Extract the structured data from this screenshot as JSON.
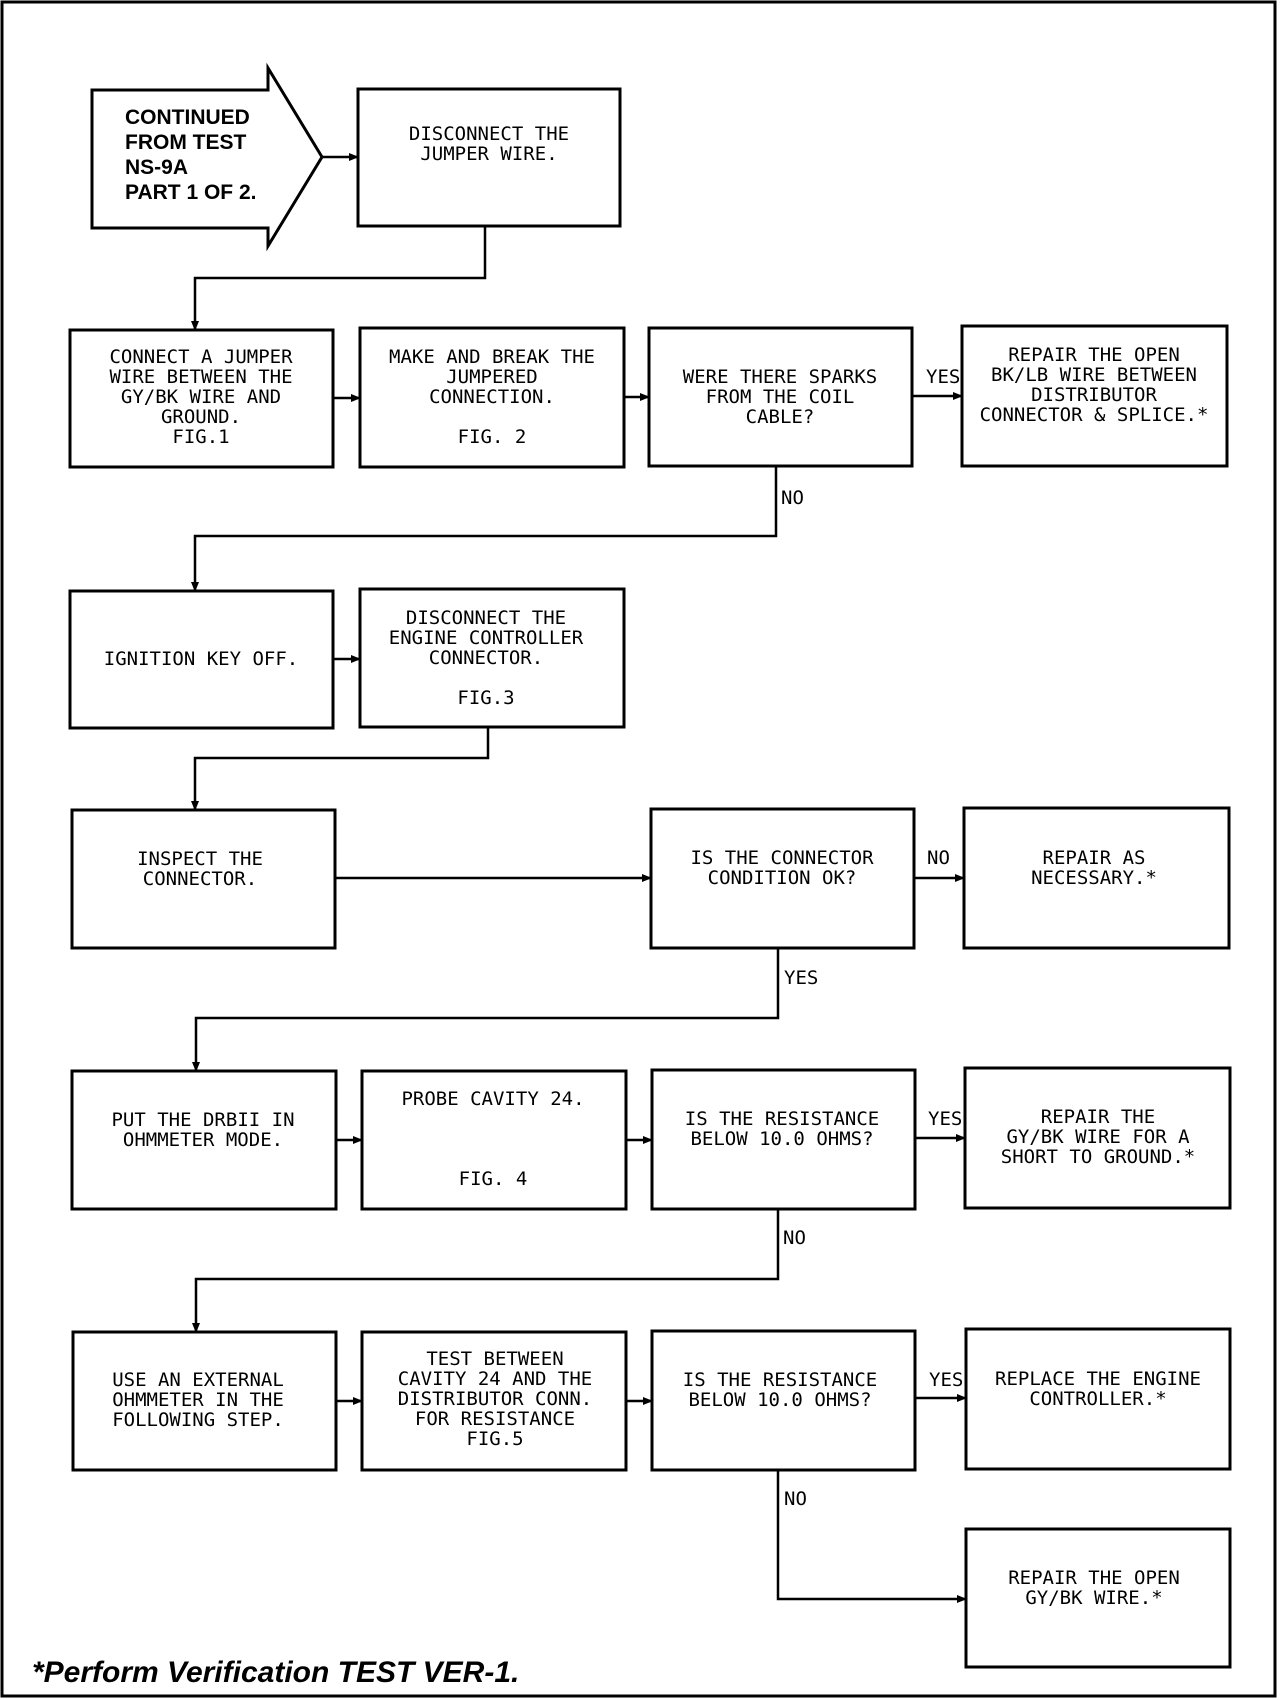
{
  "start": {
    "lines": [
      "CONTINUED",
      "FROM TEST",
      "NS-9A",
      "PART 1 OF 2."
    ]
  },
  "boxes": {
    "disconnect_jumper": {
      "lines": [
        "DISCONNECT THE",
        "JUMPER WIRE."
      ]
    },
    "connect_jumper": {
      "lines": [
        "CONNECT A JUMPER",
        "WIRE BETWEEN THE",
        "GY/BK WIRE AND",
        "GROUND.",
        "FIG.1"
      ]
    },
    "make_break": {
      "lines": [
        "MAKE AND BREAK THE",
        "JUMPERED",
        "CONNECTION.",
        "",
        "FIG. 2"
      ]
    },
    "sparks_q": {
      "lines": [
        "WERE THERE SPARKS",
        "FROM THE COIL",
        "CABLE?"
      ]
    },
    "repair_bklb": {
      "lines": [
        "REPAIR THE OPEN",
        "BK/LB WIRE BETWEEN",
        "DISTRIBUTOR",
        "CONNECTOR & SPLICE.*"
      ]
    },
    "ignition_off": {
      "lines": [
        "IGNITION KEY OFF."
      ]
    },
    "disconnect_ec": {
      "lines": [
        "DISCONNECT THE",
        "ENGINE CONTROLLER",
        "CONNECTOR.",
        "",
        "FIG.3"
      ]
    },
    "inspect_conn": {
      "lines": [
        "INSPECT THE",
        "CONNECTOR."
      ]
    },
    "conn_ok_q": {
      "lines": [
        "IS THE CONNECTOR",
        "CONDITION OK?"
      ]
    },
    "repair_nec": {
      "lines": [
        "REPAIR AS",
        "NECESSARY.*"
      ]
    },
    "drbii": {
      "lines": [
        "PUT THE DRBII IN",
        "OHMMETER MODE."
      ]
    },
    "probe24": {
      "lines": [
        "PROBE CAVITY 24.",
        "",
        "",
        "",
        "FIG. 4"
      ]
    },
    "res_q1": {
      "lines": [
        "IS THE RESISTANCE",
        "BELOW 10.0 OHMS?"
      ]
    },
    "repair_short": {
      "lines": [
        "REPAIR THE",
        "GY/BK WIRE FOR A",
        "SHORT TO GROUND.*"
      ]
    },
    "ext_ohm": {
      "lines": [
        "USE AN EXTERNAL",
        "OHMMETER IN THE",
        "FOLLOWING STEP."
      ]
    },
    "test_between": {
      "lines": [
        "TEST BETWEEN",
        "CAVITY 24 AND THE",
        "DISTRIBUTOR CONN.",
        "FOR RESISTANCE",
        "FIG.5"
      ]
    },
    "res_q2": {
      "lines": [
        "IS THE RESISTANCE",
        "BELOW 10.0 OHMS?"
      ]
    },
    "replace_ec": {
      "lines": [
        "REPLACE THE ENGINE",
        "CONTROLLER.*"
      ]
    },
    "repair_open_gybk": {
      "lines": [
        "REPAIR THE OPEN",
        "GY/BK WIRE.*"
      ]
    }
  },
  "labels": {
    "yes1": "YES",
    "no1": "NO",
    "no2": "NO",
    "yes2": "YES",
    "yes3": "YES",
    "no3": "NO",
    "yes4": "YES",
    "no4": "NO"
  },
  "footnote": "*Perform Verification TEST VER-1."
}
